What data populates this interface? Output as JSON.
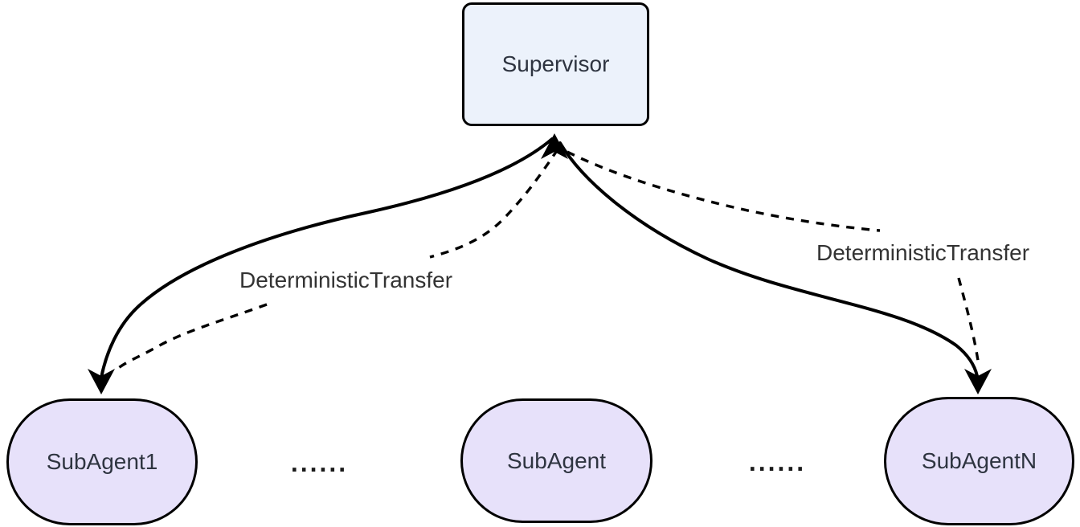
{
  "diagram": {
    "type": "flowchart",
    "supervisor": {
      "label": "Supervisor"
    },
    "subagents": [
      {
        "label": "SubAgent1"
      },
      {
        "label": "SubAgent"
      },
      {
        "label": "SubAgentN"
      }
    ],
    "separators": [
      "......",
      "......"
    ],
    "edge_labels": [
      "DeterministicTransfer",
      "DeterministicTransfer"
    ],
    "edges": [
      {
        "from": "Supervisor",
        "to": "SubAgent1",
        "line": "solid",
        "arrowheads": "both-ends"
      },
      {
        "from": "Supervisor",
        "to": "SubAgentN",
        "line": "solid",
        "arrowheads": "at-SubAgentN"
      },
      {
        "from": "Supervisor",
        "to": "SubAgent1",
        "line": "dashed",
        "label": "DeterministicTransfer"
      },
      {
        "from": "Supervisor",
        "to": "SubAgentN",
        "line": "dashed",
        "label": "DeterministicTransfer"
      }
    ],
    "colors": {
      "background": "#ffffff",
      "stroke": "#000000",
      "supervisor_fill": "#ecf2fb",
      "subagent_fill": "#e7e1fa",
      "node_text": "#2e3440",
      "label_text": "#333333"
    }
  }
}
